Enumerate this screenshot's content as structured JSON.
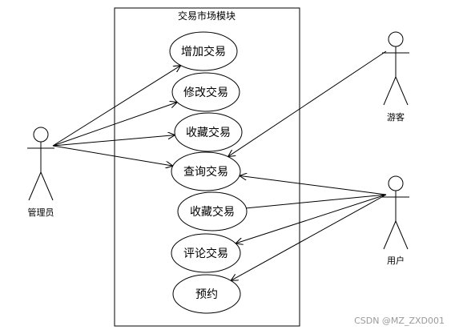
{
  "diagram": {
    "system_title": "交易市场模块",
    "use_cases": [
      {
        "id": "uc-add",
        "label": "增加交易"
      },
      {
        "id": "uc-modify",
        "label": "修改交易"
      },
      {
        "id": "uc-collect-1",
        "label": "收藏交易"
      },
      {
        "id": "uc-query",
        "label": "查询交易"
      },
      {
        "id": "uc-collect-2",
        "label": "收藏交易"
      },
      {
        "id": "uc-comment",
        "label": "评论交易"
      },
      {
        "id": "uc-reserve",
        "label": "预约"
      }
    ],
    "actors": [
      {
        "id": "admin",
        "label": "管理员"
      },
      {
        "id": "visitor",
        "label": "游客"
      },
      {
        "id": "user",
        "label": "用户"
      }
    ],
    "associations": [
      {
        "from": "admin",
        "to": "uc-add"
      },
      {
        "from": "admin",
        "to": "uc-modify"
      },
      {
        "from": "admin",
        "to": "uc-collect-1"
      },
      {
        "from": "admin",
        "to": "uc-query"
      },
      {
        "from": "visitor",
        "to": "uc-query"
      },
      {
        "from": "user",
        "to": "uc-query"
      },
      {
        "from": "user",
        "to": "uc-collect-2"
      },
      {
        "from": "user",
        "to": "uc-comment"
      },
      {
        "from": "user",
        "to": "uc-reserve"
      }
    ],
    "watermark": "CSDN @MZ_ZXD001"
  }
}
